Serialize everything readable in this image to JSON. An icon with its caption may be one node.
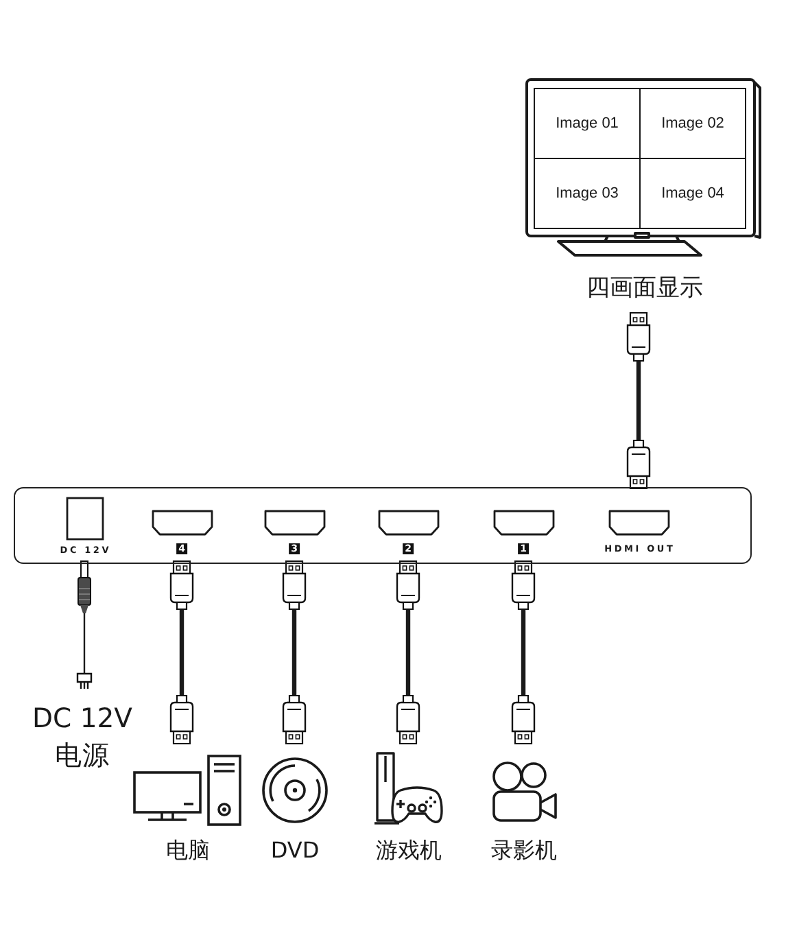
{
  "diagram": {
    "nodes": [
      {
        "text": [
          "四画面显示"
        ]
      },
      {
        "text": [
          "Image 01"
        ],
        "in": 0
      },
      {
        "text": [
          "Image 02"
        ],
        "in": 0
      },
      {
        "text": [
          "Image 03"
        ],
        "in": 0
      },
      {
        "text": [
          "Image 04"
        ],
        "in": 0
      },
      {
        "text": [],
        "shape": "box"
      },
      {
        "text": [
          "DC 12V"
        ],
        "in": 5
      },
      {
        "text": [
          "4"
        ],
        "in": 5
      },
      {
        "text": [
          "3"
        ],
        "in": 5
      },
      {
        "text": [
          "2"
        ],
        "in": 5
      },
      {
        "text": [
          "1"
        ],
        "in": 5
      },
      {
        "text": [
          "HDMI OUT"
        ],
        "in": 5
      },
      {
        "text": [
          "DC 12V 电源"
        ]
      },
      {
        "text": [
          "电脑"
        ]
      },
      {
        "text": [
          "DVD"
        ]
      },
      {
        "text": [
          "游戏机"
        ]
      },
      {
        "text": [
          "录影机"
        ]
      }
    ],
    "edges": [
      {
        "from": 11,
        "to": 0,
        "arrow": "other"
      },
      {
        "from": 6,
        "to": 12,
        "arrow": "other"
      },
      {
        "from": 7,
        "to": 13,
        "arrow": "other"
      },
      {
        "from": 8,
        "to": 14,
        "arrow": "other"
      },
      {
        "from": 9,
        "to": 15,
        "arrow": "other"
      },
      {
        "from": 10,
        "to": 16,
        "arrow": "other"
      }
    ]
  }
}
